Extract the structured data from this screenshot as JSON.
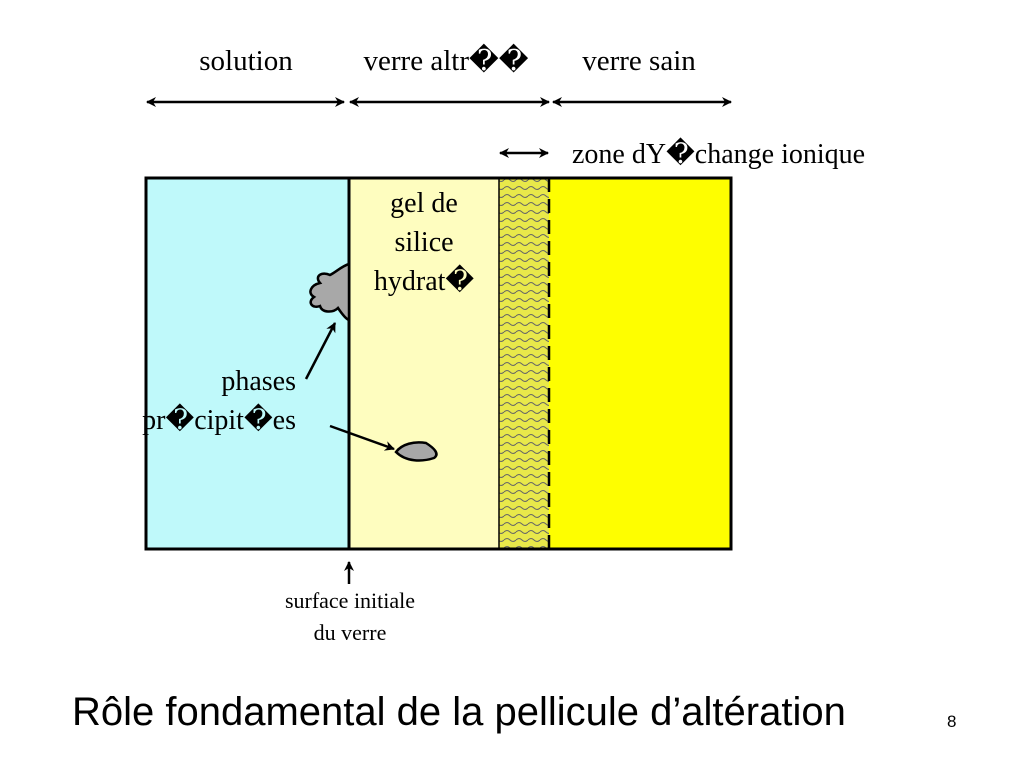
{
  "headers": {
    "solution": "solution",
    "altered_glass": "verre altr��",
    "sound_glass": "verre sain"
  },
  "exchange_zone": "zone dY�change ionique",
  "gel": {
    "line1": "gel de",
    "line2": "silice",
    "line3": "hydrat�"
  },
  "phases": {
    "line1": "phases",
    "line2": "pr�cipit�es"
  },
  "surface": {
    "line1": "surface initiale",
    "line2": "du verre"
  },
  "title": "Rôle fondamental de la pellicule d’altération",
  "page_number": "8",
  "colors": {
    "solution": "#bff9fa",
    "gel": "#fefdbf",
    "exchange_zone": "#e8e84a",
    "sound_glass": "#fefe00",
    "precipitate": "#a8a8a8"
  }
}
